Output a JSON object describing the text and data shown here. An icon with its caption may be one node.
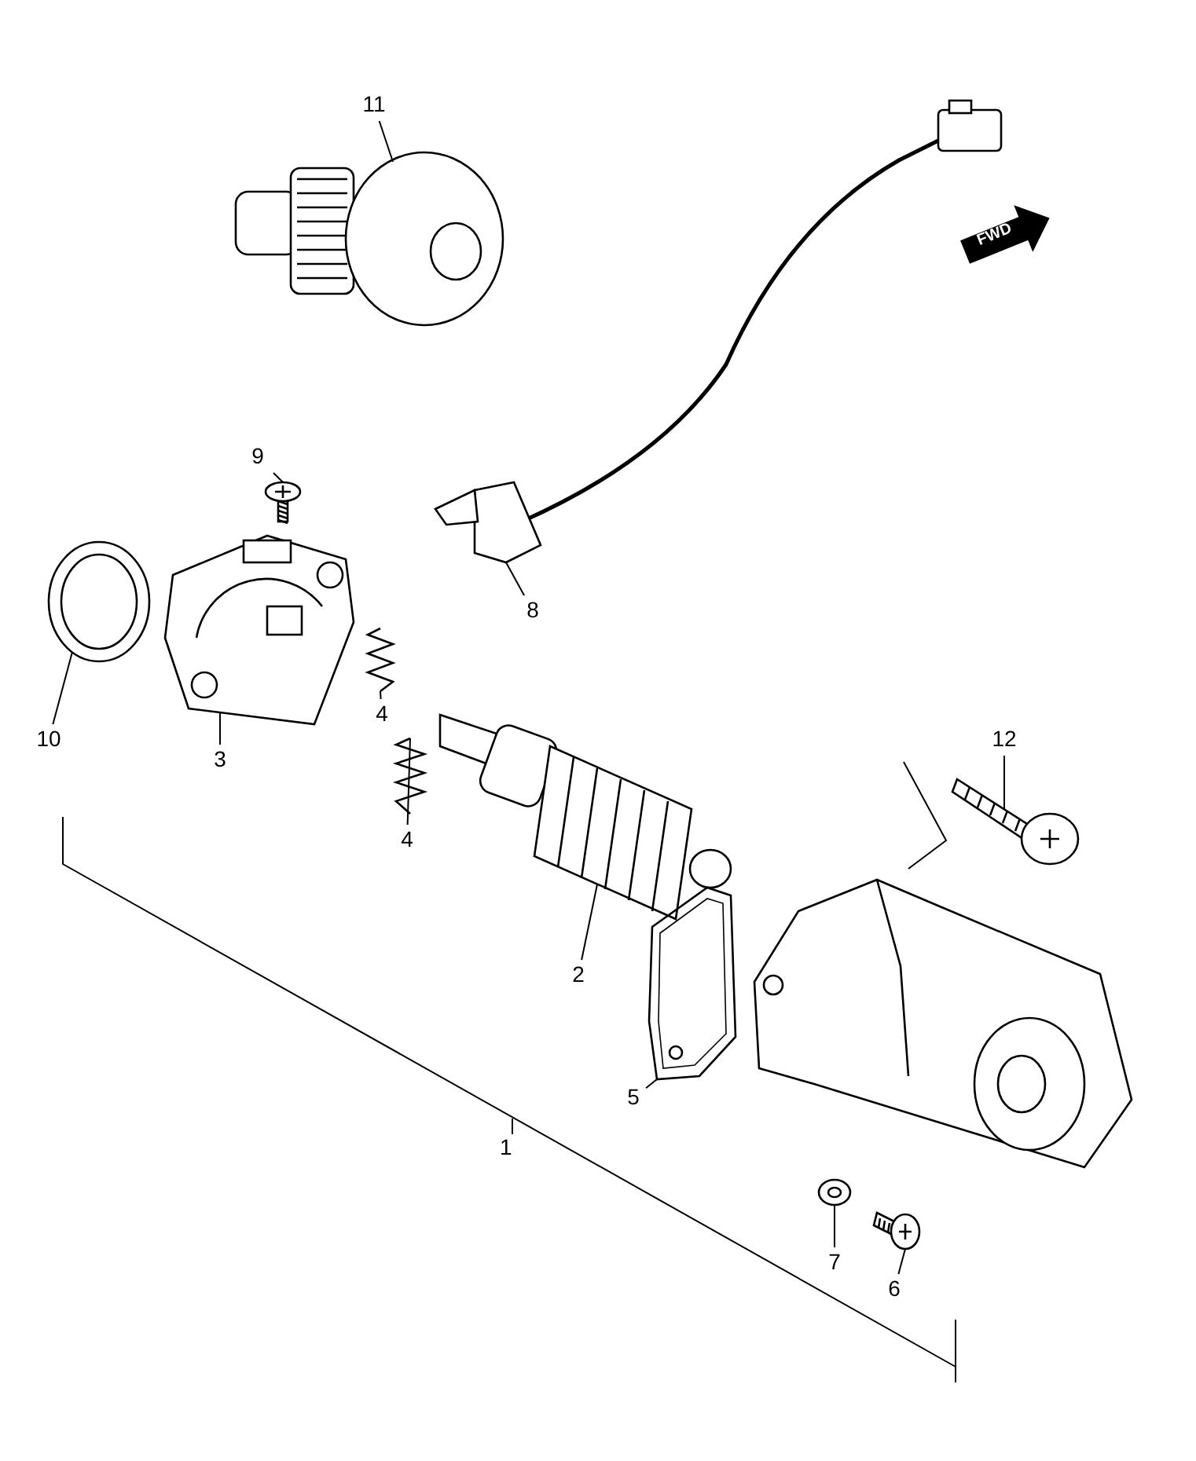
{
  "diagram": {
    "nodes": [
      {
        "text": [
          "11"
        ]
      },
      {
        "text": [],
        "shape": "picture"
      },
      {
        "text": [
          "9"
        ]
      },
      {
        "text": [],
        "shape": "picture"
      },
      {
        "text": [
          "8"
        ]
      },
      {
        "text": [],
        "shape": "picture"
      },
      {
        "text": [
          "10"
        ]
      },
      {
        "text": [],
        "shape": "picture"
      },
      {
        "text": [
          "4"
        ]
      },
      {
        "text": [],
        "shape": "picture"
      },
      {
        "text": [
          "3"
        ]
      },
      {
        "text": [],
        "shape": "picture"
      },
      {
        "text": [
          "12"
        ]
      },
      {
        "text": [],
        "shape": "picture"
      },
      {
        "text": [
          "4"
        ]
      },
      {
        "text": [],
        "shape": "picture"
      },
      {
        "text": [
          "2"
        ]
      },
      {
        "text": [],
        "shape": "picture"
      },
      {
        "text": [
          "5"
        ]
      },
      {
        "text": [],
        "shape": "picture"
      },
      {
        "text": [
          "7"
        ]
      },
      {
        "text": [],
        "shape": "picture"
      },
      {
        "text": [
          "6"
        ]
      },
      {
        "text": [],
        "shape": "picture"
      },
      {
        "text": [],
        "shape": "picture"
      }
    ],
    "edges": [
      {
        "from": 0,
        "to": 1,
        "arrow": "none"
      },
      {
        "from": 2,
        "to": 3,
        "arrow": "none"
      },
      {
        "from": 4,
        "to": 5,
        "arrow": "none"
      },
      {
        "from": 6,
        "to": 7,
        "arrow": "none"
      },
      {
        "from": 8,
        "to": 9,
        "arrow": "none"
      },
      {
        "from": 10,
        "to": 11,
        "arrow": "none"
      },
      {
        "from": 12,
        "to": 13,
        "arrow": "none"
      },
      {
        "from": 14,
        "to": 15,
        "arrow": "none"
      },
      {
        "from": 16,
        "to": 17,
        "arrow": "none"
      },
      {
        "from": 18,
        "to": 19,
        "arrow": "none"
      },
      {
        "from": 20,
        "to": 21,
        "arrow": "none"
      },
      {
        "from": 22,
        "to": 23,
        "arrow": "none"
      }
    ],
    "labels": [
      "1",
      "FWD"
    ]
  }
}
